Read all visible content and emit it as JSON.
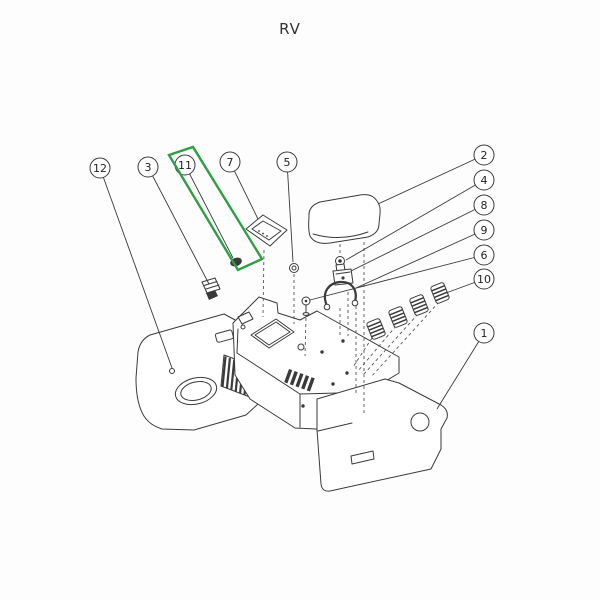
{
  "title": "RV",
  "diagram": {
    "type": "exploded-parts-diagram",
    "line_color": "#3a3a3a",
    "background": "#fdfdfd",
    "highlight": {
      "callout": "11",
      "color": "#2f9e44"
    },
    "callouts": [
      {
        "label": "12"
      },
      {
        "label": "3"
      },
      {
        "label": "11"
      },
      {
        "label": "7"
      },
      {
        "label": "5"
      },
      {
        "label": "2"
      },
      {
        "label": "4"
      },
      {
        "label": "8"
      },
      {
        "label": "9"
      },
      {
        "label": "6"
      },
      {
        "label": "10"
      },
      {
        "label": "1"
      }
    ]
  }
}
